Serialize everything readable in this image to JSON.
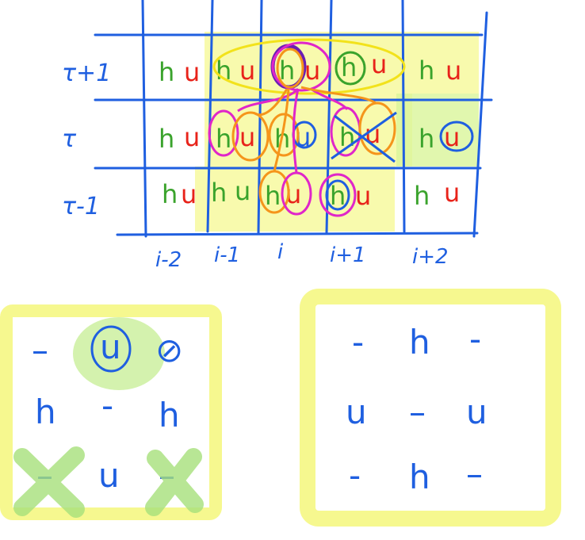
{
  "palette": {
    "grid_blue": "#1f5fe0",
    "h_green": "#3aa32c",
    "u_red": "#e8231a",
    "highlight_yellow": "#f3f56a",
    "highlight_lime": "#d9f59a",
    "circle_yellow": "#f2e21b",
    "circle_magenta": "#e026c9",
    "circle_orange": "#f5951b",
    "circle_purple": "#6a1fb3",
    "circle_blue": "#1f5fe0",
    "mark_green": "#a6e07a"
  },
  "grid": {
    "row_labels": [
      "τ+1",
      "τ",
      "τ-1"
    ],
    "col_labels": [
      "i-2",
      "i-1",
      "i",
      "i+1",
      "i+2"
    ],
    "cell_h": "h",
    "cell_u": "u"
  },
  "stencil_left": {
    "rows": [
      [
        "–",
        "u",
        "⊘"
      ],
      [
        "h",
        "-",
        "h"
      ],
      [
        "–",
        "u",
        "–"
      ]
    ]
  },
  "stencil_right": {
    "rows": [
      [
        "-",
        "h",
        "-"
      ],
      [
        "u",
        "–",
        "u"
      ],
      [
        "-",
        "h",
        "–"
      ]
    ]
  }
}
